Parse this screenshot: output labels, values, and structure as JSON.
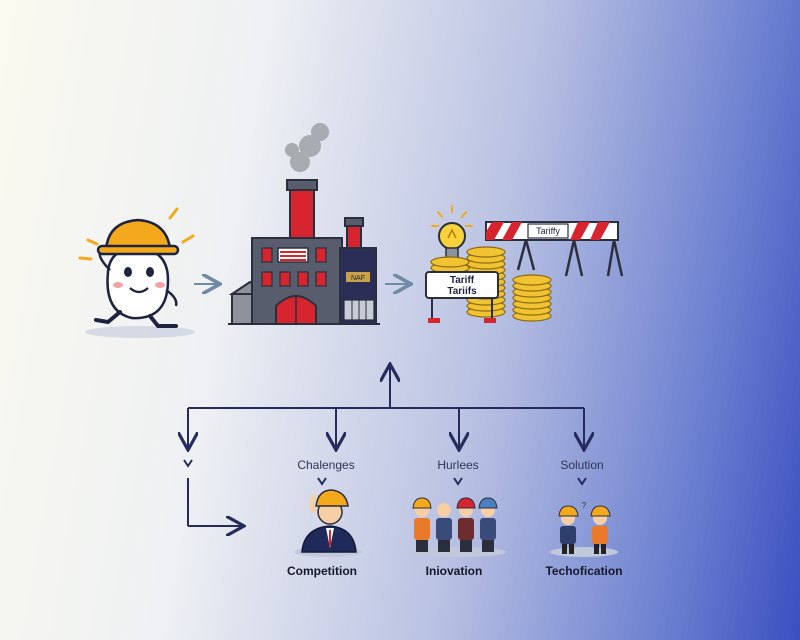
{
  "factory": {
    "sign": "NAF"
  },
  "tariffs": {
    "barrier_sign": "Tariffy",
    "board_line1": "Tariff",
    "board_line2": "Tariifs"
  },
  "branches": [
    {
      "label": "Chalenges",
      "caption": "Competition"
    },
    {
      "label": "Hurlees",
      "caption": "Iniovation"
    },
    {
      "label": "Solution",
      "caption": "Techofication"
    }
  ],
  "colors": {
    "hardhat": "#f4a91c",
    "chimney": "#d6252e",
    "factory": "#585d6d",
    "arrow": "#6f8aa5",
    "line": "#262b5e",
    "coin": "#f1c232"
  },
  "icons": [
    "smiling-mascot-icon",
    "factory-icon",
    "lightbulb-icon",
    "coin-stack-icon",
    "barrier-icon",
    "worker-icon",
    "team-icon"
  ]
}
